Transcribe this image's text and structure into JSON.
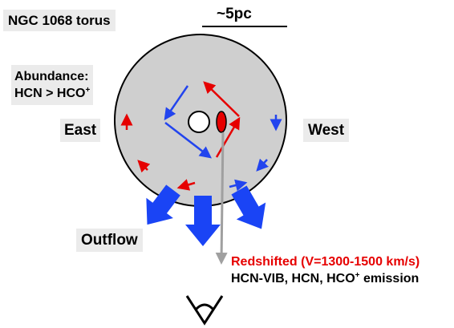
{
  "title": "NGC 1068 torus",
  "scale": {
    "text": "~5pc"
  },
  "abundance": {
    "line1": "Abundance:",
    "line2_prefix": "HCN > HCO",
    "line2_sup": "+"
  },
  "east_label": "East",
  "west_label": "West",
  "outflow_label": "Outflow",
  "redshift": {
    "text": "Redshifted (V=1300-1500 km/s)",
    "color": "#e60000"
  },
  "emission": {
    "text_prefix": "HCN-VIB, HCN, HCO",
    "text_sup": "+",
    "text_suffix": " emission"
  },
  "colors": {
    "torus_fill": "#cfcfcf",
    "blue": "#2244ee",
    "outflow_blue": "#1a44f5",
    "red": "#e60000",
    "los_gray": "#a0a0a0",
    "label_bg": "#ebebeb"
  },
  "icons": {
    "observer": "eye-icon"
  }
}
